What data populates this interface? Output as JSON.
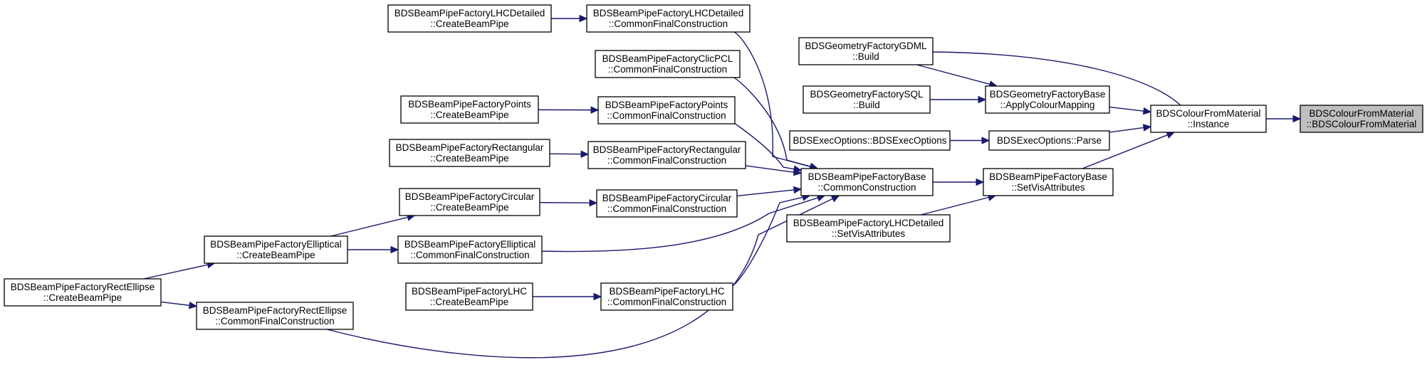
{
  "colors": {
    "edge": "#191970",
    "focus_fill": "#bfbfbf",
    "node_fill": "#ffffff",
    "node_border": "#000000"
  },
  "nodes": [
    {
      "id": "target",
      "lines": [
        "BDSColourFromMaterial",
        "::BDSColourFromMaterial"
      ],
      "focus": true
    },
    {
      "id": "instance",
      "lines": [
        "BDSColourFromMaterial",
        "::Instance"
      ]
    },
    {
      "id": "gdml",
      "lines": [
        "BDSGeometryFactoryGDML",
        "::Build"
      ]
    },
    {
      "id": "gfb_apply",
      "lines": [
        "BDSGeometryFactoryBase",
        "::ApplyColourMapping"
      ]
    },
    {
      "id": "sql",
      "lines": [
        "BDSGeometryFactorySQL",
        "::Build"
      ]
    },
    {
      "id": "exec_ctor",
      "lines": [
        "BDSExecOptions::BDSExecOptions"
      ]
    },
    {
      "id": "exec_parse",
      "lines": [
        "BDSExecOptions::Parse"
      ]
    },
    {
      "id": "bpfb_setvis",
      "lines": [
        "BDSBeamPipeFactoryBase",
        "::SetVisAttributes"
      ]
    },
    {
      "id": "lhcd_setvis",
      "lines": [
        "BDSBeamPipeFactoryLHCDetailed",
        "::SetVisAttributes"
      ]
    },
    {
      "id": "bpfb_cc",
      "lines": [
        "BDSBeamPipeFactoryBase",
        "::CommonConstruction"
      ]
    },
    {
      "id": "lhcd_cfc",
      "lines": [
        "BDSBeamPipeFactoryLHCDetailed",
        "::CommonFinalConstruction"
      ]
    },
    {
      "id": "lhcd_cbp",
      "lines": [
        "BDSBeamPipeFactoryLHCDetailed",
        "::CreateBeamPipe"
      ]
    },
    {
      "id": "clic_cfc",
      "lines": [
        "BDSBeamPipeFactoryClicPCL",
        "::CommonFinalConstruction"
      ]
    },
    {
      "id": "points_cbp",
      "lines": [
        "BDSBeamPipeFactoryPoints",
        "::CreateBeamPipe"
      ]
    },
    {
      "id": "points_cfc",
      "lines": [
        "BDSBeamPipeFactoryPoints",
        "::CommonFinalConstruction"
      ]
    },
    {
      "id": "rect_cbp",
      "lines": [
        "BDSBeamPipeFactoryRectangular",
        "::CreateBeamPipe"
      ]
    },
    {
      "id": "rect_cfc",
      "lines": [
        "BDSBeamPipeFactoryRectangular",
        "::CommonFinalConstruction"
      ]
    },
    {
      "id": "circ_cbp",
      "lines": [
        "BDSBeamPipeFactoryCircular",
        "::CreateBeamPipe"
      ]
    },
    {
      "id": "circ_cfc",
      "lines": [
        "BDSBeamPipeFactoryCircular",
        "::CommonFinalConstruction"
      ]
    },
    {
      "id": "ell_cbp",
      "lines": [
        "BDSBeamPipeFactoryElliptical",
        "::CreateBeamPipe"
      ]
    },
    {
      "id": "ell_cfc",
      "lines": [
        "BDSBeamPipeFactoryElliptical",
        "::CommonFinalConstruction"
      ]
    },
    {
      "id": "rectell_cbp",
      "lines": [
        "BDSBeamPipeFactoryRectEllipse",
        "::CreateBeamPipe"
      ]
    },
    {
      "id": "rectell_cfc",
      "lines": [
        "BDSBeamPipeFactoryRectEllipse",
        "::CommonFinalConstruction"
      ]
    },
    {
      "id": "lhc_cbp",
      "lines": [
        "BDSBeamPipeFactoryLHC",
        "::CreateBeamPipe"
      ]
    },
    {
      "id": "lhc_cfc",
      "lines": [
        "BDSBeamPipeFactoryLHC",
        "::CommonFinalConstruction"
      ]
    }
  ],
  "edges": [
    {
      "from": "instance",
      "to": "target"
    },
    {
      "from": "gdml",
      "to": "instance"
    },
    {
      "from": "gdml",
      "to": "gfb_apply"
    },
    {
      "from": "gfb_apply",
      "to": "instance"
    },
    {
      "from": "sql",
      "to": "gfb_apply"
    },
    {
      "from": "exec_ctor",
      "to": "exec_parse"
    },
    {
      "from": "exec_parse",
      "to": "instance"
    },
    {
      "from": "bpfb_setvis",
      "to": "instance"
    },
    {
      "from": "lhcd_setvis",
      "to": "bpfb_setvis"
    },
    {
      "from": "bpfb_cc",
      "to": "bpfb_setvis"
    },
    {
      "from": "lhcd_cbp",
      "to": "lhcd_cfc"
    },
    {
      "from": "lhcd_cfc",
      "to": "bpfb_cc"
    },
    {
      "from": "clic_cfc",
      "to": "bpfb_cc"
    },
    {
      "from": "points_cbp",
      "to": "points_cfc"
    },
    {
      "from": "points_cfc",
      "to": "bpfb_cc"
    },
    {
      "from": "rect_cbp",
      "to": "rect_cfc"
    },
    {
      "from": "rect_cfc",
      "to": "bpfb_cc"
    },
    {
      "from": "circ_cbp",
      "to": "circ_cfc"
    },
    {
      "from": "circ_cfc",
      "to": "bpfb_cc"
    },
    {
      "from": "ell_cbp",
      "to": "circ_cbp"
    },
    {
      "from": "ell_cbp",
      "to": "ell_cfc"
    },
    {
      "from": "ell_cfc",
      "to": "bpfb_cc"
    },
    {
      "from": "rectell_cbp",
      "to": "ell_cbp"
    },
    {
      "from": "rectell_cbp",
      "to": "rectell_cfc"
    },
    {
      "from": "rectell_cfc",
      "to": "bpfb_cc"
    },
    {
      "from": "lhc_cbp",
      "to": "lhc_cfc"
    },
    {
      "from": "lhc_cfc",
      "to": "bpfb_cc"
    }
  ]
}
